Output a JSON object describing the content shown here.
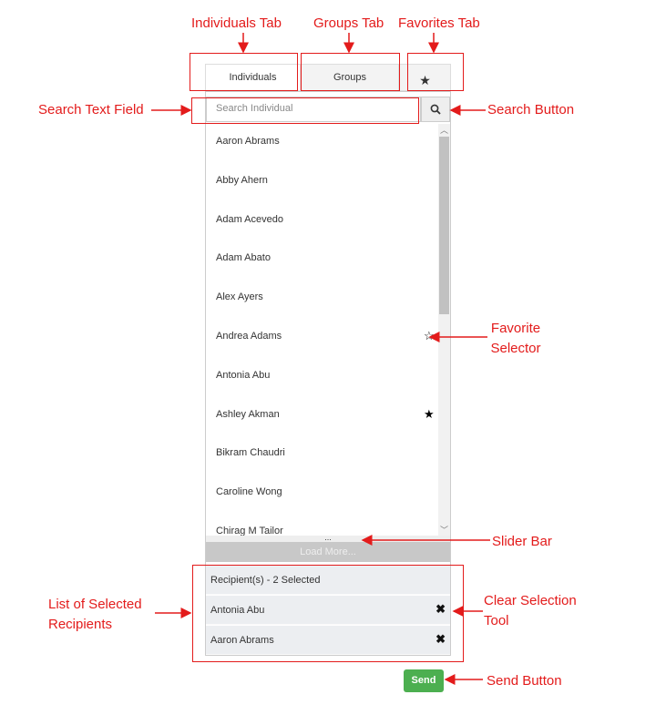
{
  "tabs": {
    "individuals": "Individuals",
    "groups": "Groups",
    "favorites": "★"
  },
  "search": {
    "placeholder": "Search Individual"
  },
  "list": [
    {
      "name": "Aaron Abrams",
      "favorite": null
    },
    {
      "name": "Abby Ahern",
      "favorite": null
    },
    {
      "name": "Adam Acevedo",
      "favorite": null
    },
    {
      "name": "Adam Abato",
      "favorite": null
    },
    {
      "name": "Alex Ayers",
      "favorite": null
    },
    {
      "name": "Andrea Adams",
      "favorite": "☆"
    },
    {
      "name": "Antonia Abu",
      "favorite": null
    },
    {
      "name": "Ashley Akman",
      "favorite": "★"
    },
    {
      "name": "Bikram Chaudri",
      "favorite": null
    },
    {
      "name": "Caroline Wong",
      "favorite": null
    },
    {
      "name": "Chirag M Tailor",
      "favorite": null
    }
  ],
  "slider_handle": "...",
  "load_more": "Load More...",
  "recipients": {
    "header": "Recipient(s) - 2 Selected",
    "items": [
      "Antonia Abu",
      "Aaron Abrams"
    ],
    "clear_icon": "✖"
  },
  "send": "Send",
  "annotations": {
    "individuals_tab": "Individuals Tab",
    "groups_tab": "Groups Tab",
    "favorites_tab": "Favorites Tab",
    "search_field": "Search Text Field",
    "search_button": "Search Button",
    "favorite_selector_1": "Favorite",
    "favorite_selector_2": "Selector",
    "slider_bar": "Slider Bar",
    "selected_1": "List of Selected",
    "selected_2": "Recipients",
    "clear_1": "Clear Selection",
    "clear_2": "Tool",
    "send_button": "Send Button"
  },
  "colors": {
    "annotation": "#e31b1b",
    "send": "#4caf50"
  }
}
